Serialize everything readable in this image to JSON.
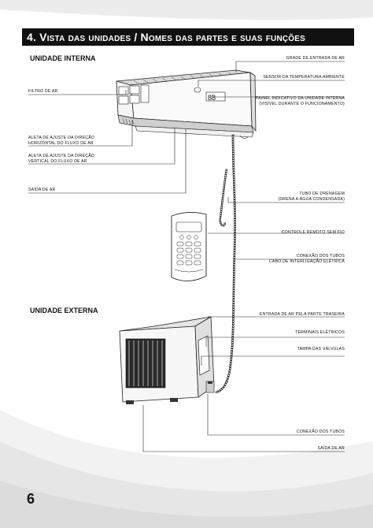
{
  "title": "4. Vista das unidades / Nomes das partes e suas funções",
  "sections": {
    "indoor": "UNIDADE INTERNA",
    "outdoor": "UNIDADE EXTERNA"
  },
  "labels": {
    "left": {
      "filter": "FILTRO DE AR",
      "horizontal_louver_1": "ALETA DE AJUSTE DA DIREÇÃO",
      "horizontal_louver_2": "HORIZONTAL DO FLUXO DE AR",
      "vertical_louver_1": "ALETA DE AJUSTE DA DIREÇÃO",
      "vertical_louver_2": "VERTICAL DO FLUXO DE AR",
      "air_outlet": "SAÍDA DE AR"
    },
    "right": {
      "air_inlet_grille": "GRADE DE ENTRADA DE AR",
      "room_temp_sensor": "SENSOR DA TEMPERATURA AMBIENTE",
      "indicator_panel_1": "PAINEL INDICATIVO DA UNIDADE INTERNA",
      "indicator_panel_2": "(VISÍVEL DURANTE O FUNCIONAMENTO)",
      "drain_pipe_1": "TUBO DE DRENAGEM",
      "drain_pipe_2": "(DRENA A ÁGUA CONDENSADA)",
      "remote_control": "CONTROLE REMOTO SEM FIO",
      "pipe_connection_1": "CONEXÃO DOS TUBOS",
      "pipe_connection_2": "CABO DE INTERLIGAÇÃO ELÉTRICA",
      "rear_air_inlet": "ENTRADA DE AR PELA PARTE TRASEIRA",
      "electrical_terminals": "TERMINAIS ELÉTRICOS",
      "valve_cover": "TAMPA DAS VÁLVULAS",
      "pipe_connection_outdoor": "CONEXÃO DOS TUBOS",
      "outdoor_air_outlet": "SAÍDA DE AR"
    }
  },
  "indoor_display": "88",
  "page_number": "6",
  "colors": {
    "title_bar": "#111111",
    "title_text": "#ffffff",
    "swoosh": "#e6e6e6"
  }
}
